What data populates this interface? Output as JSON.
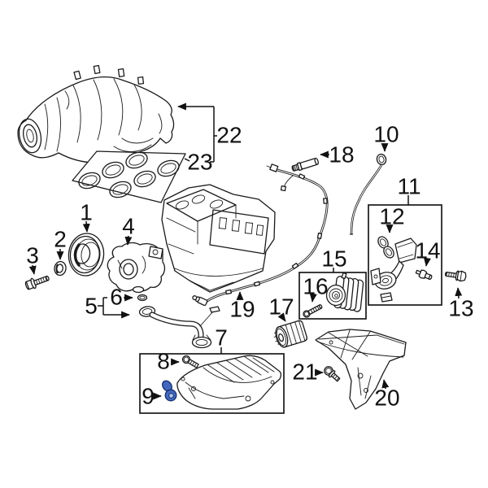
{
  "diagram": {
    "background": "#ffffff",
    "line_color": "#1a1a1a",
    "highlight_fill": "#4468bd",
    "highlight_inner": "#a8c4ea",
    "highlight_stroke": "#16306e",
    "callouts": {
      "c1": {
        "label": "1"
      },
      "c2": {
        "label": "2"
      },
      "c3": {
        "label": "3"
      },
      "c4": {
        "label": "4"
      },
      "c5": {
        "label": "5"
      },
      "c6": {
        "label": "6"
      },
      "c7": {
        "label": "7"
      },
      "c8": {
        "label": "8"
      },
      "c9": {
        "label": "9"
      },
      "c10": {
        "label": "10"
      },
      "c11": {
        "label": "11"
      },
      "c12": {
        "label": "12"
      },
      "c13": {
        "label": "13"
      },
      "c14": {
        "label": "14"
      },
      "c15": {
        "label": "15"
      },
      "c16": {
        "label": "16"
      },
      "c17": {
        "label": "17"
      },
      "c18": {
        "label": "18"
      },
      "c19": {
        "label": "19"
      },
      "c20": {
        "label": "20"
      },
      "c21": {
        "label": "21"
      },
      "c22": {
        "label": "22"
      },
      "c23": {
        "label": "23"
      }
    }
  }
}
